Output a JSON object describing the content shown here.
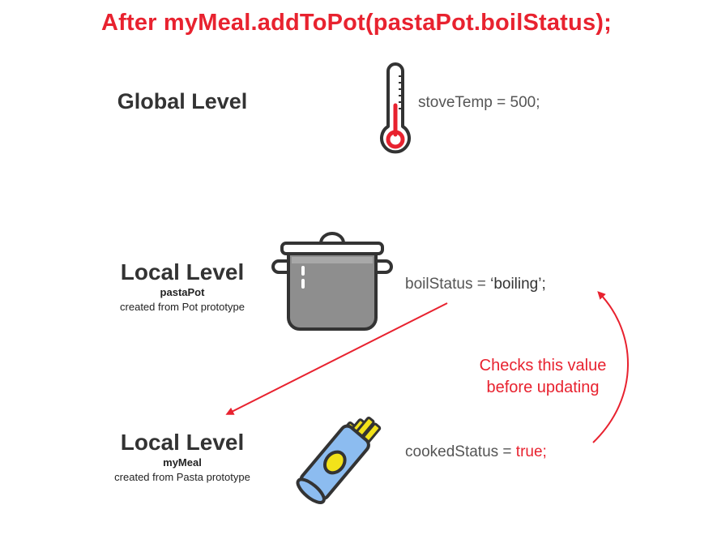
{
  "title": "After myMeal.addToPot(pastaPot.boilStatus);",
  "global": {
    "label": "Global Level",
    "code": "stoveTemp = 500;"
  },
  "pot_level": {
    "label": "Local Level",
    "object_name": "pastaPot",
    "created_from": "created from Pot prototype",
    "code_var": "boilStatus = ",
    "code_value": "‘boiling’;"
  },
  "meal_level": {
    "label": "Local Level",
    "object_name": "myMeal",
    "created_from": "created from Pasta prototype",
    "code_var": "cookedStatus = ",
    "code_value": "true;"
  },
  "annotation": {
    "line1": "Checks this value",
    "line2": "before updating"
  },
  "colors": {
    "accent": "#e8222f",
    "pot": "#8e8e8e",
    "pasta_box": "#8cbcf0",
    "pasta_label": "#f2e21a"
  },
  "icons": [
    "thermometer-icon",
    "pot-icon",
    "pasta-box-icon"
  ]
}
